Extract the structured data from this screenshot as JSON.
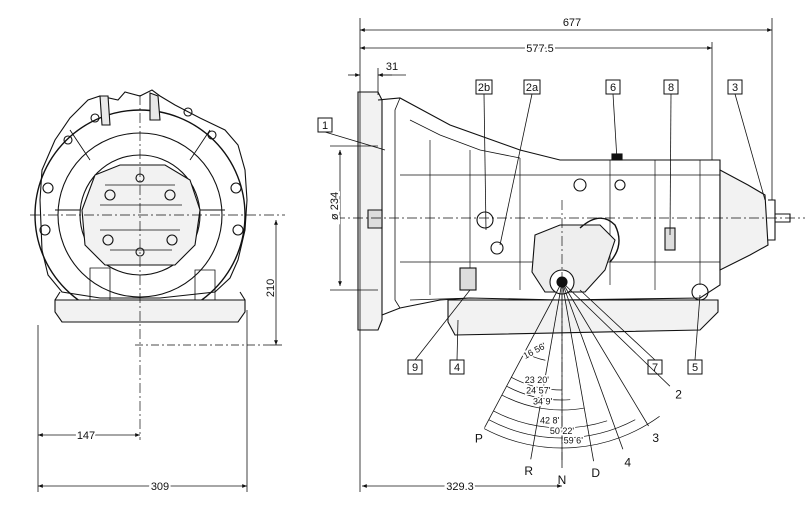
{
  "dimensions": {
    "overall_length": "677",
    "to_output_flange": "577.5",
    "bell_offset": "31",
    "bell_diameter": "ø 234",
    "height_to_axis": "210",
    "axis_to_left": "147",
    "overall_width": "309",
    "front_to_selector": "329.3"
  },
  "callouts": [
    "1",
    "2b",
    "2a",
    "6",
    "8",
    "3",
    "9",
    "4",
    "7",
    "5"
  ],
  "selector": {
    "angles": [
      "16 56'",
      "23 20'",
      "24 57'",
      "34 9'",
      "42 8'",
      "50 22'",
      "59 6'"
    ],
    "positions": [
      "P",
      "R",
      "N",
      "D",
      "4",
      "3",
      "2"
    ]
  }
}
